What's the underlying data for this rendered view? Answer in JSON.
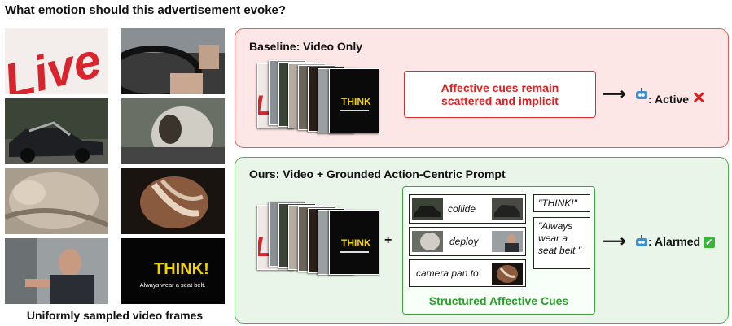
{
  "title": "What emotion should this advertisement evoke?",
  "frames_caption": "Uniformly sampled video frames",
  "frame_live_text": "Live",
  "frame_end_text": {
    "big": "THINK!",
    "small": "Always wear a seat belt."
  },
  "baseline": {
    "title": "Baseline: Video Only",
    "cue_text_1": "Affective cues remain",
    "cue_text_2": "scattered and implicit",
    "result_label": ": Active",
    "result_mark": "✕"
  },
  "ours": {
    "title": "Ours: Video + Grounded Action-Centric Prompt",
    "plus": "+",
    "actions": [
      "collide",
      "deploy",
      "camera pan to"
    ],
    "quote_1": "\"THINK!\"",
    "quote_2_lines": [
      "\"Always",
      "wear a",
      "seat belt.\""
    ],
    "structured_label": "Structured Affective Cues",
    "result_label": ": Alarmed",
    "result_mark": "✓"
  },
  "colors": {
    "baseline_bg": "#fde6e6",
    "baseline_border": "#e25a5a",
    "ours_bg": "#e8f5e8",
    "ours_border": "#4cb04c",
    "cue_red": "#e02020",
    "struct_green": "#2aa02a"
  },
  "icons": [
    "robot-icon",
    "cross-mark-icon",
    "check-mark-icon",
    "arrow-right-icon"
  ]
}
